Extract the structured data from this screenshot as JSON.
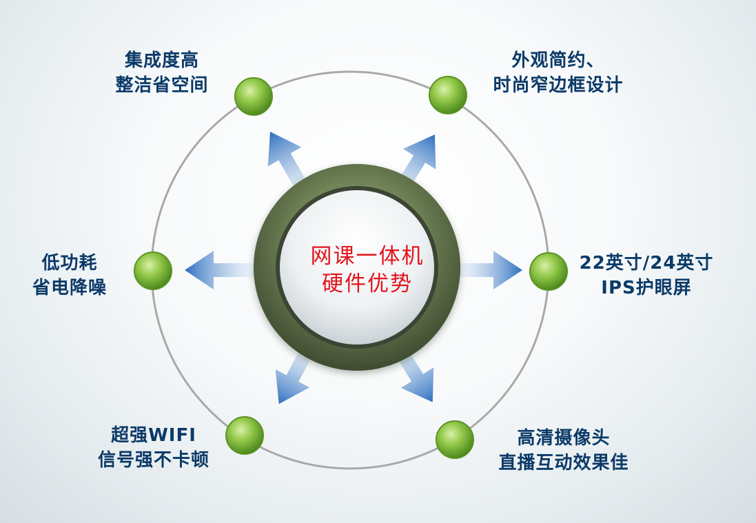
{
  "center": {
    "line1": "网课一体机",
    "line2": "硬件优势"
  },
  "features": [
    {
      "id": "integration",
      "line1": "集成度高",
      "line2": "整洁省空间"
    },
    {
      "id": "design",
      "line1": "外观简约、",
      "line2": "时尚窄边框设计"
    },
    {
      "id": "power",
      "line1": "低功耗",
      "line2": "省电降噪"
    },
    {
      "id": "screen",
      "line1": "22英寸/24英寸",
      "line2": "IPS护眼屏"
    },
    {
      "id": "wifi",
      "line1": "超强WIFI",
      "line2": "信号强不卡顿"
    },
    {
      "id": "camera",
      "line1": "高清摄像头",
      "line2": "直播互动效果佳"
    }
  ],
  "colors": {
    "label": "#0b3a68",
    "center_text": "#e3141c",
    "node": "#7dba3a",
    "arrow": "#3f7fc7",
    "ring": "#6d7f58"
  }
}
